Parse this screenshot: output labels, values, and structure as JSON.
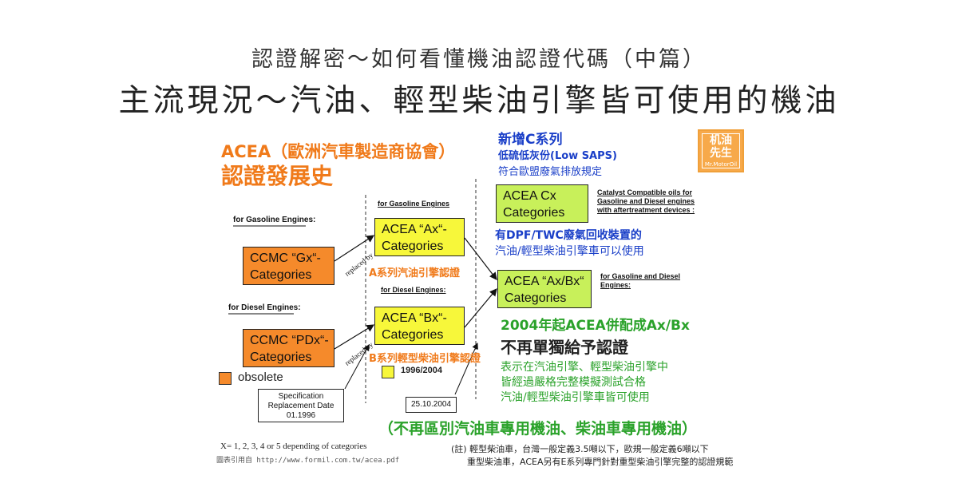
{
  "header": {
    "subtitle": "認證解密～如何看懂機油認證代碼（中篇）",
    "title": "主流現況～汽油、輕型柴油引擎皆可使用的機油"
  },
  "left_header": {
    "line1": "ACEA（歐洲汽車製造商協會）",
    "line2": "認證發展史"
  },
  "labels": {
    "for_gasoline_left": "for Gasoline Engines:",
    "for_diesel_left": "for Diesel Engines:",
    "for_gasoline_mid": "for Gasoline Engines",
    "for_diesel_mid": "for Diesel Engines:",
    "replaced_by": "replaced by",
    "catalyst": [
      "Catalyst Compatible oils  for",
      "Gasoline  and Diesel engines",
      "with aftertreatment devices :"
    ],
    "for_gas_diesel": [
      "for Gasoline  and Diesel",
      "Engines:"
    ]
  },
  "boxes": {
    "ccmc_gx": [
      "CCMC “Gx“-",
      "Categories"
    ],
    "ccmc_pdx": [
      "CCMC “PDx“-",
      "Categories"
    ],
    "acea_ax": [
      "ACEA “Ax“-",
      "Categories"
    ],
    "acea_bx": [
      "ACEA “Bx“-",
      "Categories"
    ],
    "acea_cx": [
      "ACEA Cx",
      "Categories"
    ],
    "acea_axbx": [
      "ACEA “Ax/Bx“",
      "Categories"
    ],
    "spec_date": [
      "Specification",
      "Replacement Date",
      "01.1996"
    ],
    "date_2004": "25.10.2004"
  },
  "legend": {
    "obsolete": "obsolete",
    "year": "1996/2004"
  },
  "annotations": {
    "a_series": "A系列汽油引擎認證",
    "b_series": "B系列輕型柴油引擎認證",
    "new_c": [
      "新增C系列",
      "低硫低灰份(Low SAPS)",
      "符合歐盟廢氣排放規定"
    ],
    "dpf": [
      "有DPF/TWC廢氣回收裝置的",
      "汽油/輕型柴油引擎車可以使用"
    ],
    "since_2004": "2004年起ACEA併配成Ax/Bx",
    "no_single": "不再單獨給予認證",
    "means": [
      "表示在汽油引擎、輕型柴油引擎中",
      "皆經過嚴格完整模擬測試合格",
      "汽油/輕型柴油引擎車皆可使用"
    ],
    "no_distinct": "（不再區別汽油車專用機油、柴油車專用機油）"
  },
  "footer": {
    "x_note": "X= 1, 2, 3, 4 or 5 depending of categories",
    "source": "圖表引用自 http://www.formil.com.tw/acea.pdf",
    "note1": "(註) 輕型柴油車，台灣一般定義3.5噸以下，歐規一般定義6噸以下",
    "note2": "重型柴油車，ACEA另有E系列專門針對重型柴油引擎完整的認證規範"
  },
  "logo": {
    "line1": "机油",
    "line2": "先生",
    "line3": "Mr.MotorOil"
  },
  "colors": {
    "orange_box": "#f58a2b",
    "yellow_box": "#f7f73a",
    "green_box": "#c8f05a",
    "heading_orange": "#f07a1a",
    "note_blue": "#1a3fc8",
    "note_green": "#2aa22a"
  }
}
